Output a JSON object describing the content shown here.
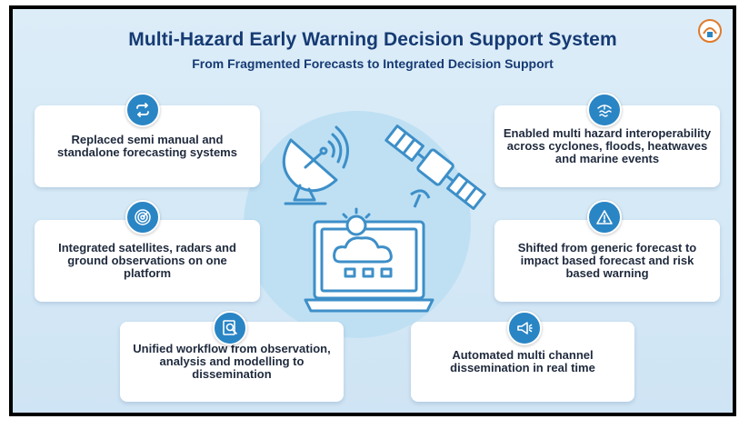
{
  "header": {
    "title": "Multi-Hazard Early Warning Decision Support System",
    "subtitle": "From Fragmented Forecasts to Integrated Decision Support"
  },
  "colors": {
    "accent": "#2a85c5",
    "title": "#163a73",
    "background": "#d4e8f6",
    "illustration": "#3d8fc8"
  },
  "cards": [
    {
      "icon": "refresh-icon",
      "text": "Replaced semi manual and standalone forecasting systems"
    },
    {
      "icon": "radar-icon",
      "text": "Integrated satellites, radars and ground observations on one platform"
    },
    {
      "icon": "search-document-icon",
      "text": "Unified workflow from observation, analysis and modelling to dissemination"
    },
    {
      "icon": "multi-hazard-icon",
      "text": "Enabled multi hazard interoperability across cyclones, floods, heatwaves and marine events"
    },
    {
      "icon": "warning-icon",
      "text": "Shifted from generic forecast to impact based forecast and risk based warning"
    },
    {
      "icon": "megaphone-icon",
      "text": "Automated multi channel dissemination in real time"
    }
  ]
}
